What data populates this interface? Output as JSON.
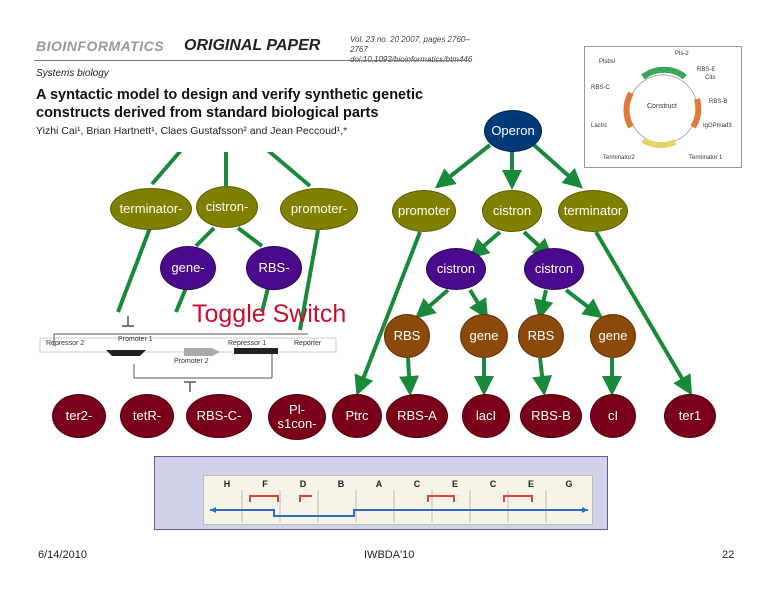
{
  "paper": {
    "journal": "BIOINFORMATICS",
    "type": "ORIGINAL PAPER",
    "volume_line": "Vol. 23 no. 20 2007, pages 2760–2767",
    "doi_line": "doi:10.1093/bioinformatics/btm446",
    "section": "Systems biology",
    "title": "A syntactic model to design and verify synthetic genetic constructs derived from standard biological parts",
    "authors": "Yizhi Cai¹, Brian Hartnett¹, Claes Gustafsson² and Jean Peccoud¹,*"
  },
  "construct": {
    "labels": [
      "Pls-2",
      "Plsbsi",
      "RBS-E",
      "Cits",
      "RBS-B",
      "Construct",
      "LacIrc",
      "RBS-C",
      "IgGPmad3",
      "Terminator2",
      "Terminator 1"
    ]
  },
  "tree": {
    "root": "Operon",
    "left": {
      "level1": [
        "terminator-",
        "cistron-",
        "promoter-"
      ],
      "level2": [
        "gene-",
        "RBS-"
      ],
      "leaves": [
        "ter2-",
        "tetR-",
        "RBS-C-",
        "Pl-s1con-"
      ]
    },
    "right": {
      "level1": [
        "promoter",
        "cistron",
        "terminator"
      ],
      "level2": [
        "cistron",
        "cistron"
      ],
      "level3": [
        "RBS",
        "gene",
        "RBS",
        "gene"
      ],
      "leaves": [
        "Ptrc",
        "RBS-A",
        "lacI",
        "RBS-B",
        "cI",
        "ter1"
      ]
    }
  },
  "toggle_switch": {
    "title": "Toggle Switch",
    "labels": [
      "Repressor 2",
      "Promoter 1",
      "Repressor 1",
      "Reporter",
      "Promoter 2"
    ]
  },
  "grammar_strip": {
    "labels": [
      "H",
      "F",
      "D",
      "B",
      "A",
      "C",
      "E",
      "C",
      "E",
      "G"
    ]
  },
  "footer": {
    "date": "6/14/2010",
    "conference": "IWBDA'10",
    "page": "22"
  },
  "colors": {
    "edge": "#1a8a3a",
    "olive": "#808000",
    "purple": "#4b0a8c",
    "brown": "#8b4a0b",
    "maroon": "#7a0019",
    "navy": "#003a78",
    "title_red": "#c8102e"
  }
}
